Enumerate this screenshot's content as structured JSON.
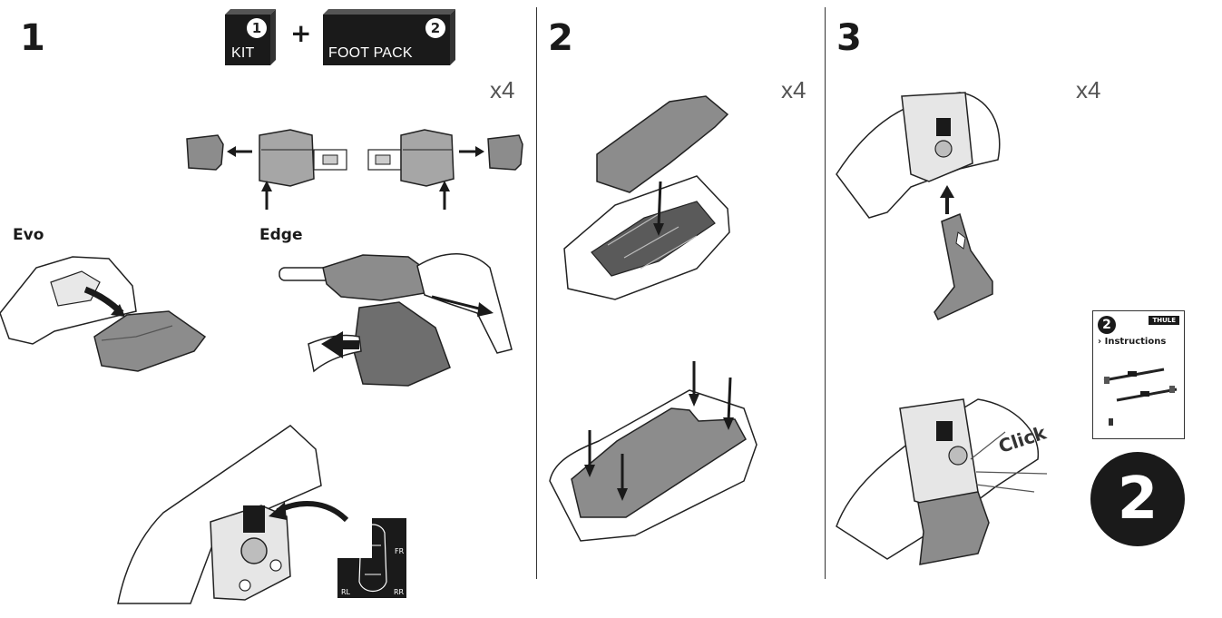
{
  "steps": [
    {
      "number": "1",
      "multiplier": "x4"
    },
    {
      "number": "2",
      "multiplier": "x4"
    },
    {
      "number": "3",
      "multiplier": "x4"
    }
  ],
  "kit_box": {
    "number": "1",
    "label": "KIT"
  },
  "plus": "+",
  "foot_pack_box": {
    "number": "2",
    "label": "FOOT PACK"
  },
  "models": {
    "evo": "Evo",
    "edge": "Edge"
  },
  "vehicle_corners": {
    "front_right": "FR",
    "rear_left": "RL",
    "rear_right": "RR"
  },
  "click_label": "Click",
  "booklet": {
    "number": "2",
    "brand": "THULE",
    "title": "› Instructions"
  },
  "next_step_number": "2",
  "colors": {
    "ink": "#1a1a1a",
    "part_gray": "#8c8c8c",
    "light_gray": "#bdbdbd",
    "dark_gray": "#555555"
  },
  "icons": [
    "arrow-left-icon",
    "arrow-right-icon",
    "arrow-up-icon",
    "arrow-down-icon",
    "curved-arrow-icon",
    "car-top-view-icon",
    "roof-rack-icon"
  ]
}
